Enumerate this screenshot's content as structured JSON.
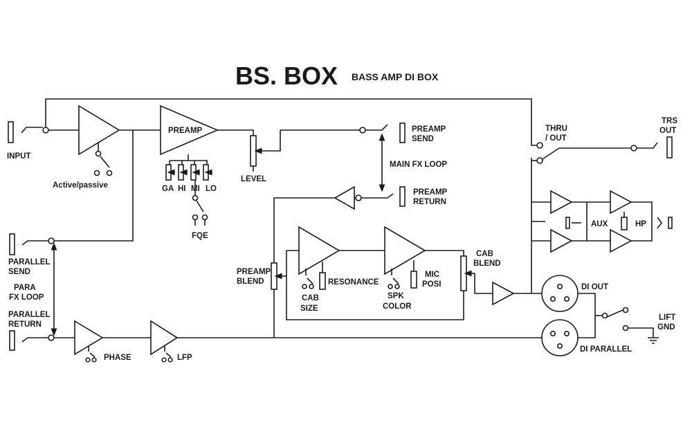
{
  "title": "BS. BOX",
  "subtitle": "BASS AMP  DI BOX",
  "labels": {
    "input": "INPUT",
    "active_passive": "Active/passive",
    "preamp": "PREAMP",
    "ga": "GA",
    "hi": "HI",
    "mi": "MI",
    "lo": "LO",
    "fqe": "FQE",
    "level": "LEVEL",
    "preamp_send_1": "PREAMP",
    "preamp_send_2": "SEND",
    "main_fx_loop": "MAIN FX LOOP",
    "preamp_return_1": "PREAMP",
    "preamp_return_2": "RETURN",
    "thru_out_1": "THRU",
    "thru_out_2": "/ OUT",
    "trs_out_1": "TRS",
    "trs_out_2": "OUT",
    "aux": "AUX",
    "hp": "HP",
    "parallel_send_1": "PARALLEL",
    "parallel_send_2": "SEND",
    "para_fx_loop_1": "PARA",
    "para_fx_loop_2": "FX LOOP",
    "parallel_return_1": "PARALLEL",
    "parallel_return_2": "RETURN",
    "preamp_blend_1": "PREAMP",
    "preamp_blend_2": "BLEND",
    "resonance": "RESONANCE",
    "cab_size_1": "CAB",
    "cab_size_2": "SIZE",
    "spk_color_1": "SPK",
    "spk_color_2": "COLOR",
    "mic_posi_1": "MIC",
    "mic_posi_2": "POSI",
    "cab_blend_1": "CAB",
    "cab_blend_2": "BLEND",
    "di_out": "DI OUT",
    "di_parallel": "DI PARALLEL",
    "lift_gnd_1": "LIFT",
    "lift_gnd_2": "GND",
    "phase": "PHASE",
    "lfp": "LFP"
  }
}
